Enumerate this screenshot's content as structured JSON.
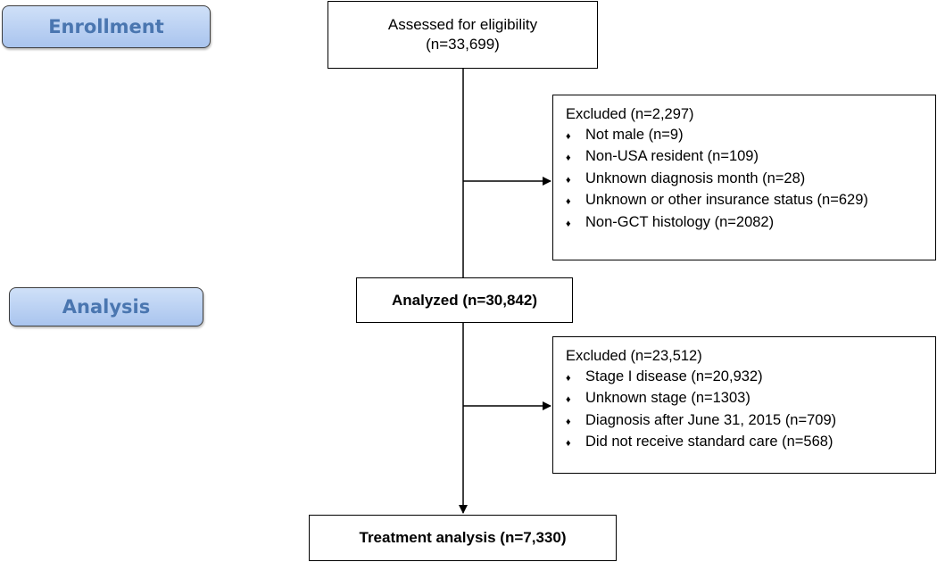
{
  "stages": {
    "enrollment": "Enrollment",
    "analysis": "Analysis"
  },
  "assessed": {
    "line1": "Assessed for eligibility",
    "line2": "(n=33,699)"
  },
  "excluded1": {
    "title": "Excluded  (n=2,297)",
    "bullet_icon": "diamond-icon",
    "items": [
      "Not male (n=9)",
      "Non-USA resident (n=109)",
      "Unknown diagnosis month (n=28)",
      "Unknown or other insurance status (n=629)",
      "Non-GCT histology (n=2082)"
    ]
  },
  "analyzed": "Analyzed (n=30,842)",
  "excluded2": {
    "title": "Excluded  (n=23,512)",
    "bullet_icon": "diamond-icon",
    "items": [
      "Stage I disease (n=20,932)",
      "Unknown stage (n=1303)",
      "Diagnosis after June 31, 2015 (n=709)",
      "Did not receive standard care (n=568)"
    ]
  },
  "treatment": "Treatment analysis (n=7,330)",
  "colors": {
    "stage_fill_top": "#cfe0f8",
    "stage_fill_bottom": "#a9c4ee",
    "stage_text": "#4a76b0",
    "lines": "#000000"
  }
}
